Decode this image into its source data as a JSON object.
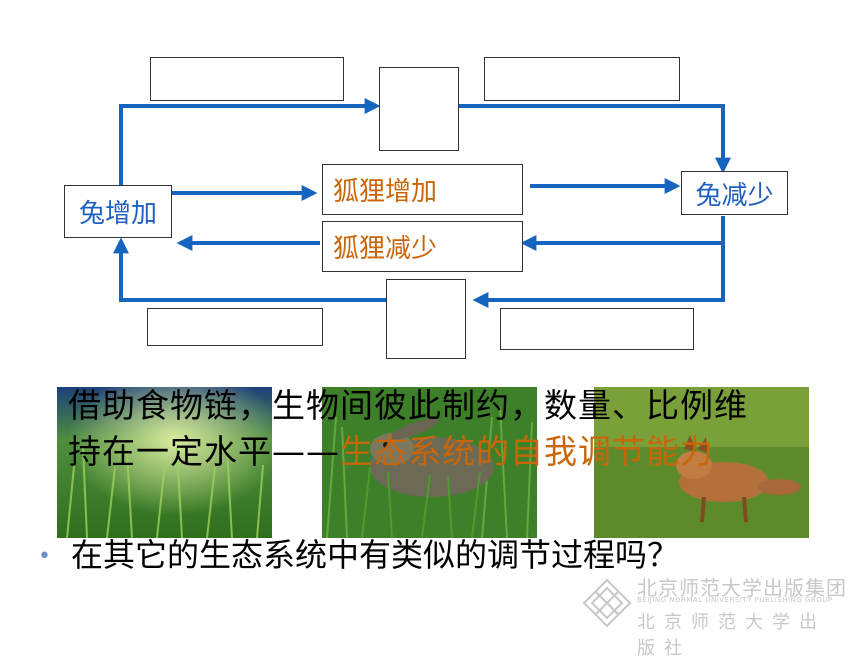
{
  "diagram": {
    "rabbit_increase": "兔增加",
    "rabbit_decrease": "兔减少",
    "fox_increase": "狐狸增加",
    "fox_decrease": "狐狸减少",
    "colors": {
      "arrow": "#1565c0",
      "rabbit_text": "#1f5fbf",
      "fox_text": "#c9660a"
    }
  },
  "caption": {
    "normal": "借助食物链，生物间彼此制约，数量、比例维持在一定水平——",
    "highlight": "生态系统的自我调节能力",
    "highlight_color": "#c9660a"
  },
  "bullet": {
    "text": "在其它的生态系统中有类似的调节过程吗？"
  },
  "publisher": {
    "name": "北京师范大学出版集团",
    "english": "BEIJING NORMAL UNIVERSITY PUBLISHING GROUP",
    "press": "北京师范大学出版社"
  },
  "photos": [
    "grass-photo",
    "hare-photo",
    "fox-photo"
  ]
}
